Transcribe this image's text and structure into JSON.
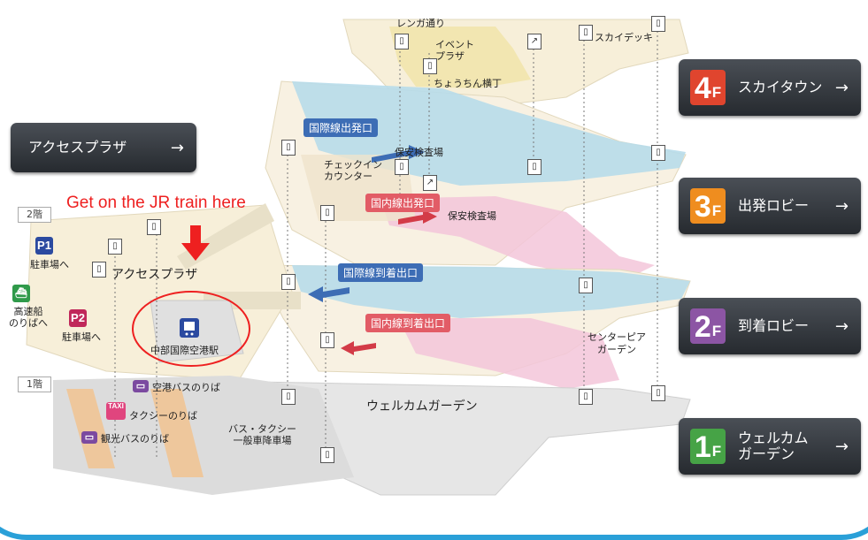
{
  "floors": [
    {
      "num": "4",
      "unit": "F",
      "label": "スカイタウン",
      "color": "#e0452e"
    },
    {
      "num": "3",
      "unit": "F",
      "label": "出発ロビー",
      "color": "#ef8d1f"
    },
    {
      "num": "2",
      "unit": "F",
      "label": "到着ロビー",
      "color": "#8c55a4"
    },
    {
      "num": "1",
      "unit": "F",
      "label": "ウェルカム\nガーデン",
      "color": "#46a346"
    }
  ],
  "access_button": {
    "label": "アクセスプラザ",
    "arrow": "→"
  },
  "arrow_glyph": "→",
  "annotation": "Get on the JR train here",
  "map_labels": {
    "renga": "レンガ通り",
    "event_plaza": "イベント\nプラザ",
    "chochin": "ちょうちん横丁",
    "sky_deck": "スカイデッキ",
    "intl_departure": "国際線出発口",
    "security_1": "保安検査場",
    "checkin": "チェックイン\nカウンター",
    "dom_departure": "国内線出発口",
    "security_2": "保安検査場",
    "intl_arrival": "国際線到着出口",
    "dom_arrival": "国内線到着出口",
    "center_pier": "センターピア\nガーデン",
    "welcome_garden": "ウェルカムガーデン",
    "bus_taxi": "バス・タクシー\n一般車降車場",
    "access_plaza": "アクセスプラザ",
    "station": "中部国際空港駅",
    "floor_2": "2階",
    "floor_1": "1階",
    "p1": "P1",
    "p1_label": "駐車場へ",
    "p2": "P2",
    "p2_label": "駐車場へ",
    "ferry": "高速船\nのりばへ",
    "airport_bus": "空港バスのりば",
    "taxi": "タクシーのりば",
    "taxi_sign": "TAXI",
    "tour_bus": "観光バスのりば"
  },
  "colors": {
    "intl": "#b7dcea",
    "domestic": "#f3c6d9",
    "floor": "#f7efd9",
    "ground": "#e6e6e6",
    "annotation": "#ee2020"
  }
}
